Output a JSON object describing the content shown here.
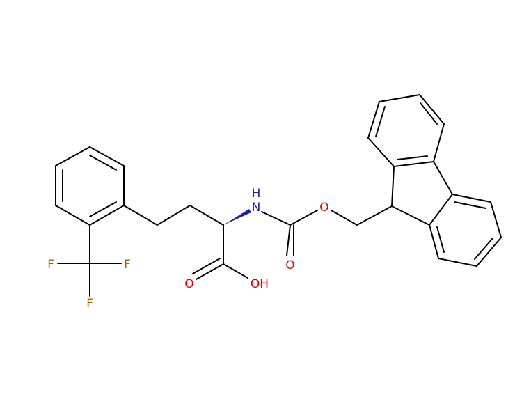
{
  "molecule": {
    "atoms": [
      {
        "symbol": "N",
        "label": "H",
        "color": "#1f1f99"
      },
      {
        "symbol": "N",
        "label": "N",
        "color": "#1f1f99"
      },
      {
        "symbol": "O",
        "label": "O",
        "color": "#e00000"
      },
      {
        "symbol": "O",
        "label": "O",
        "color": "#e00000"
      },
      {
        "symbol": "O",
        "label": "O",
        "color": "#e00000"
      },
      {
        "symbol": "OH",
        "label": "OH",
        "color": "#e00000"
      },
      {
        "symbol": "F",
        "label": "F",
        "color": "#9a6a00"
      },
      {
        "symbol": "F",
        "label": "F",
        "color": "#9a6a00"
      },
      {
        "symbol": "F",
        "label": "F",
        "color": "#9a6a00"
      }
    ],
    "wedge_color": "#1f1f99",
    "bond_color": "#000000"
  }
}
